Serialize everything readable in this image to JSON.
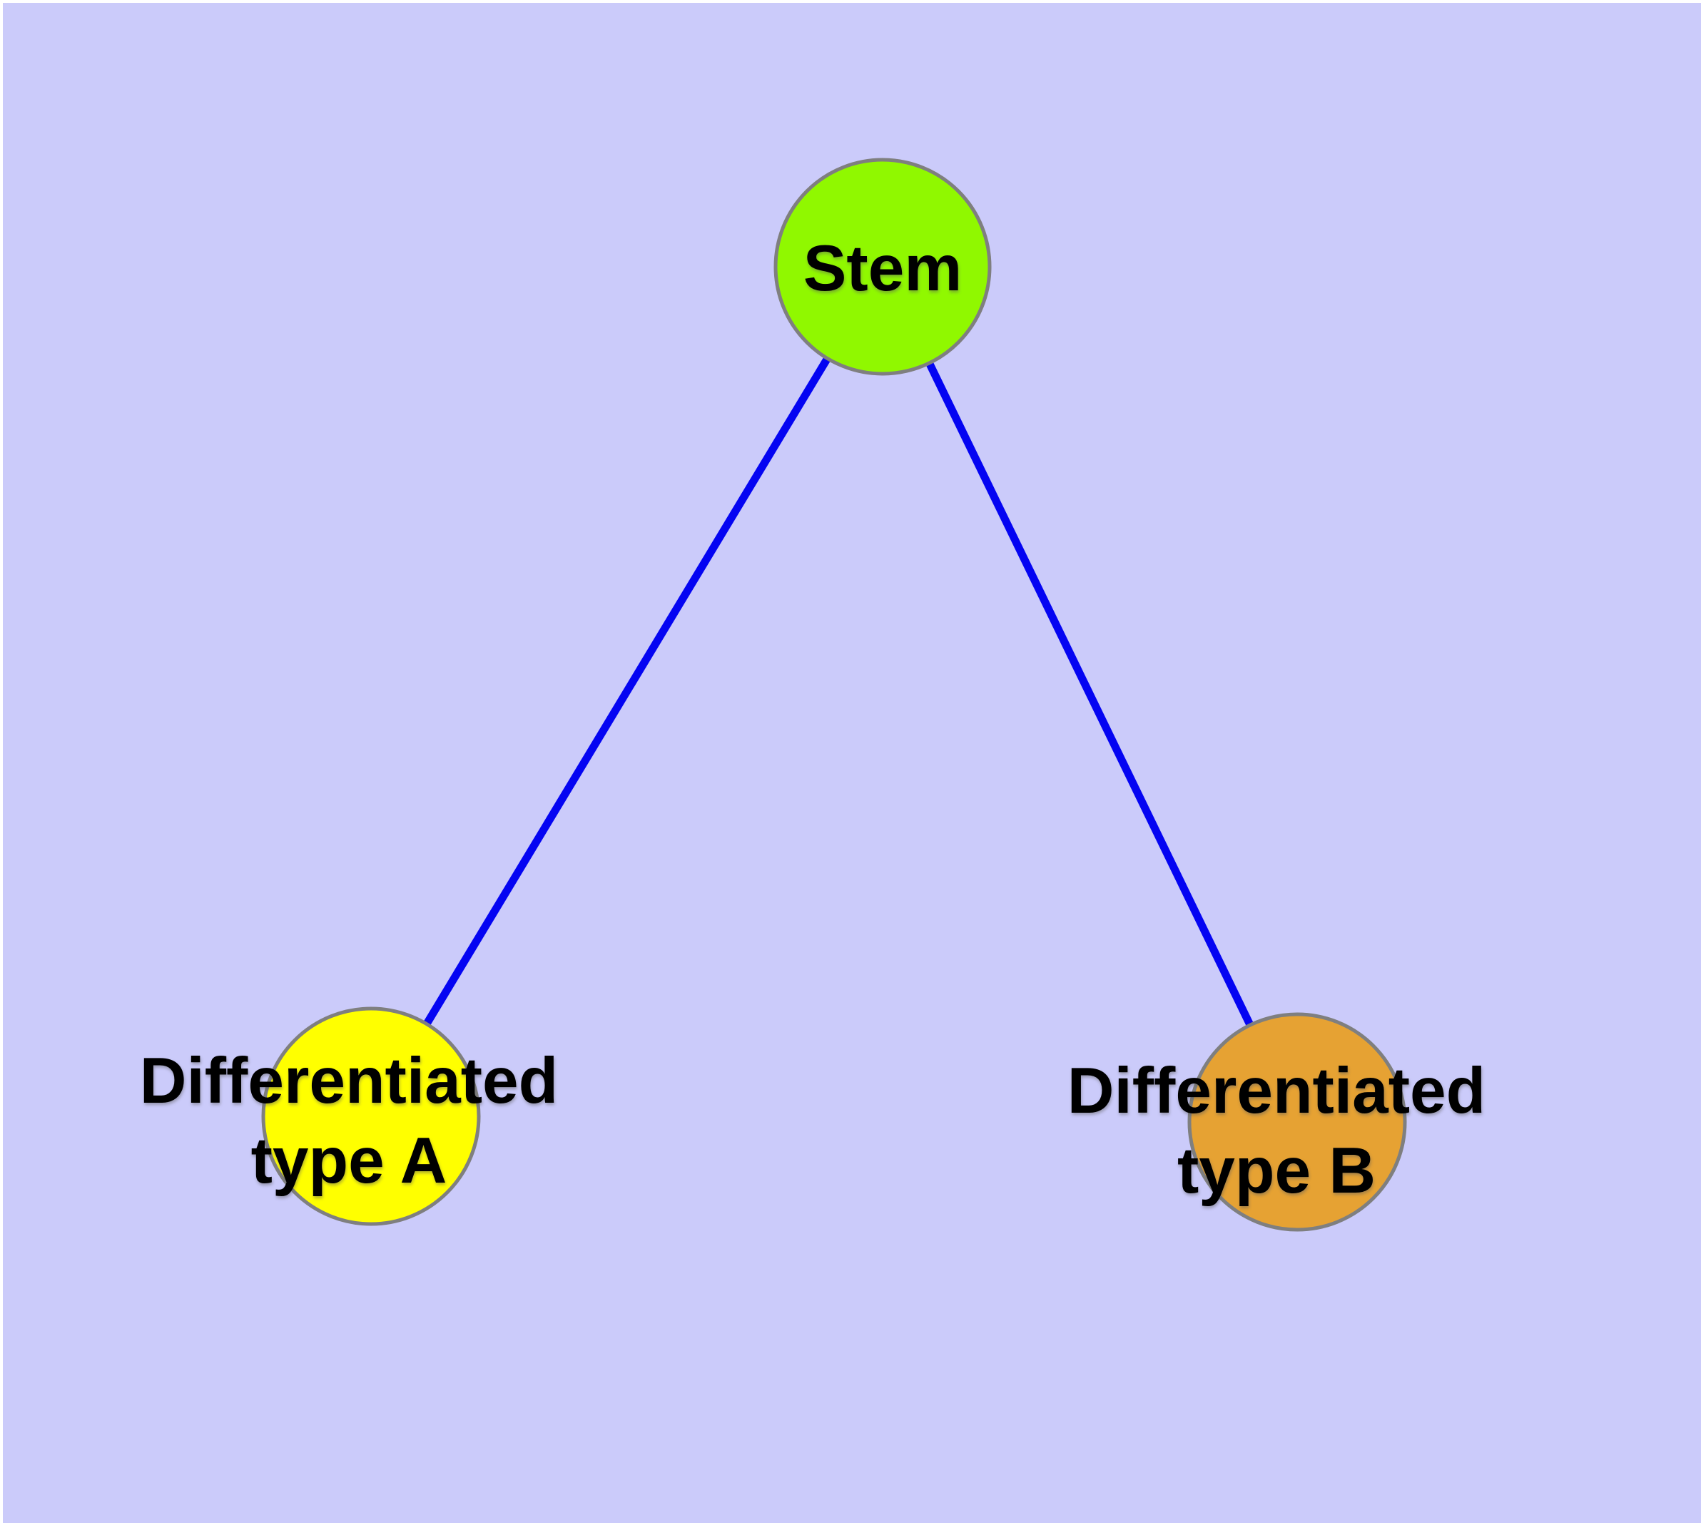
{
  "figure": {
    "background_color": "#CBCBFA",
    "frame_color": "#FFFFFF",
    "edge_color": "#0404F2",
    "node_border_color": "#7F7F7F",
    "label_color": "#000000",
    "nodes": [
      {
        "id": "stem",
        "label": "Stem",
        "lines": [
          "Stem"
        ],
        "fill": "#90F800"
      },
      {
        "id": "differentiated-type-a",
        "label": "Differentiated type A",
        "lines": [
          "Differentiated",
          "type A"
        ],
        "fill": "#FFFF00"
      },
      {
        "id": "differentiated-type-b",
        "label": "Differentiated type B",
        "lines": [
          "Differentiated",
          "type B"
        ],
        "fill": "#E6A233"
      }
    ],
    "edges": [
      {
        "from": "Stem",
        "to": "Differentiated type A"
      },
      {
        "from": "Stem",
        "to": "Differentiated type B"
      }
    ]
  }
}
